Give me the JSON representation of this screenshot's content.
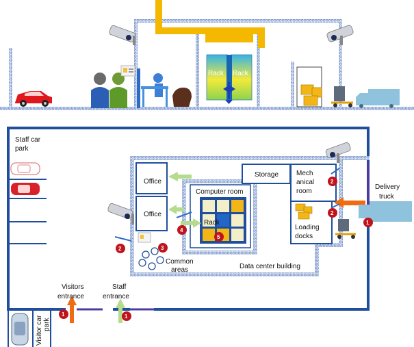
{
  "top_view": {
    "rack_left": "Rack",
    "rack_right": "Rack"
  },
  "floor_plan": {
    "staff_car_park": [
      "Staff car",
      "park"
    ],
    "office_top": "Office",
    "office_bottom": "Office",
    "storage": "Storage",
    "mech_room": [
      "Mech",
      "anical",
      "room"
    ],
    "loading_docks": [
      "Loading",
      "docks"
    ],
    "computer_room": "Computer room",
    "rack": "Rack",
    "common_areas": [
      "Common",
      "areas"
    ],
    "data_center_building": "Data center building",
    "delivery_truck": [
      "Delivery",
      "truck"
    ],
    "visitors_entrance": [
      "Visitors",
      "entrance"
    ],
    "staff_entrance": [
      "Staff",
      "entrance"
    ],
    "visitor_car_park": [
      "Visitor car",
      "park"
    ]
  },
  "markers": [
    "1",
    "2",
    "3",
    "4",
    "5"
  ],
  "colors": {
    "wall_blue": "#1f4e9c",
    "dotted_wall": "#6f8ec9",
    "pipe_yellow": "#f5b800",
    "marker_red": "#c0141c",
    "arrow_green": "#b5dc8e",
    "arrow_orange": "#ef6c12",
    "truck_blue": "#8fc3dd",
    "rack_panel": "#0f6fb2"
  }
}
